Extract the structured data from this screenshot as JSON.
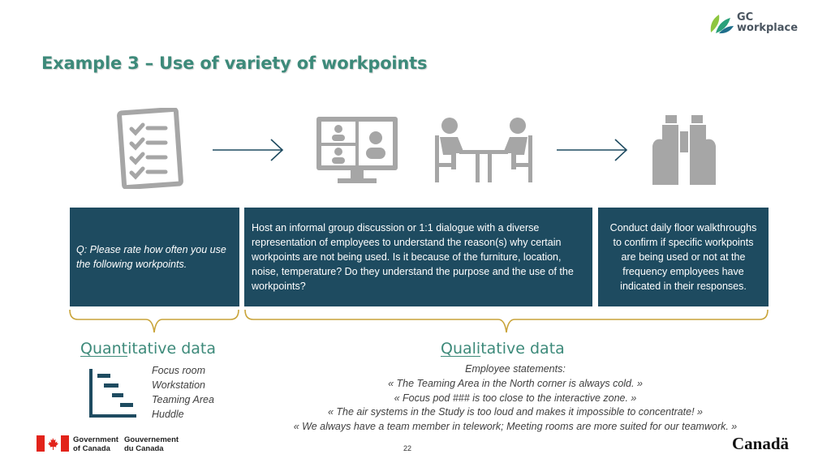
{
  "logo": {
    "line1": "GC",
    "line2": "workplace"
  },
  "title": "Example 3 – Use of variety of workpoints",
  "icons": {
    "step1": "checklist-icon",
    "arrow1": "arrow-right-icon",
    "step2": "video-conference-icon",
    "step3": "meeting-table-icon",
    "arrow2": "arrow-right-icon",
    "step4": "binoculars-icon"
  },
  "boxes": {
    "box1": "Q: Please rate how often you use the following workpoints.",
    "box2": "Host an informal group discussion or 1:1 dialogue with a diverse representation of employees to understand the reason(s) why certain workpoints are not being used. Is it because of the furniture, location, noise, temperature? Do they understand the purpose and the use of the workpoints?",
    "box3": "Conduct daily floor walkthroughs to confirm if specific workpoints are being used or not at the frequency employees have indicated in their responses."
  },
  "quantitative": {
    "title_underlined": "Quant",
    "title_rest": "itative data",
    "items": [
      "Focus room",
      "Workstation",
      "Teaming Area",
      "Huddle"
    ]
  },
  "qualitative": {
    "title_underlined": "Quali",
    "title_rest": "tative data",
    "lines": [
      "Employee statements:",
      "« The Teaming Area in the North corner is always cold. »",
      "« Focus pod ### is too close to the interactive zone. »",
      "« The air systems in the Study is too loud and makes it impossible to concentrate! »",
      "« We always have a team member in telework; Meeting rooms are more suited for our teamwork. »"
    ]
  },
  "footer": {
    "gov_en_1": "Government",
    "gov_en_2": "of Canada",
    "gov_fr_1": "Gouvernement",
    "gov_fr_2": "du Canada",
    "page_number": "22",
    "wordmark": "Canadä"
  },
  "colors": {
    "title": "#3d8a7a",
    "box": "#1e4b60",
    "brace": "#c9a43a",
    "icon_gray": "#a6a6a6",
    "arrow": "#1e4b60",
    "flag_red": "#e2231a"
  }
}
